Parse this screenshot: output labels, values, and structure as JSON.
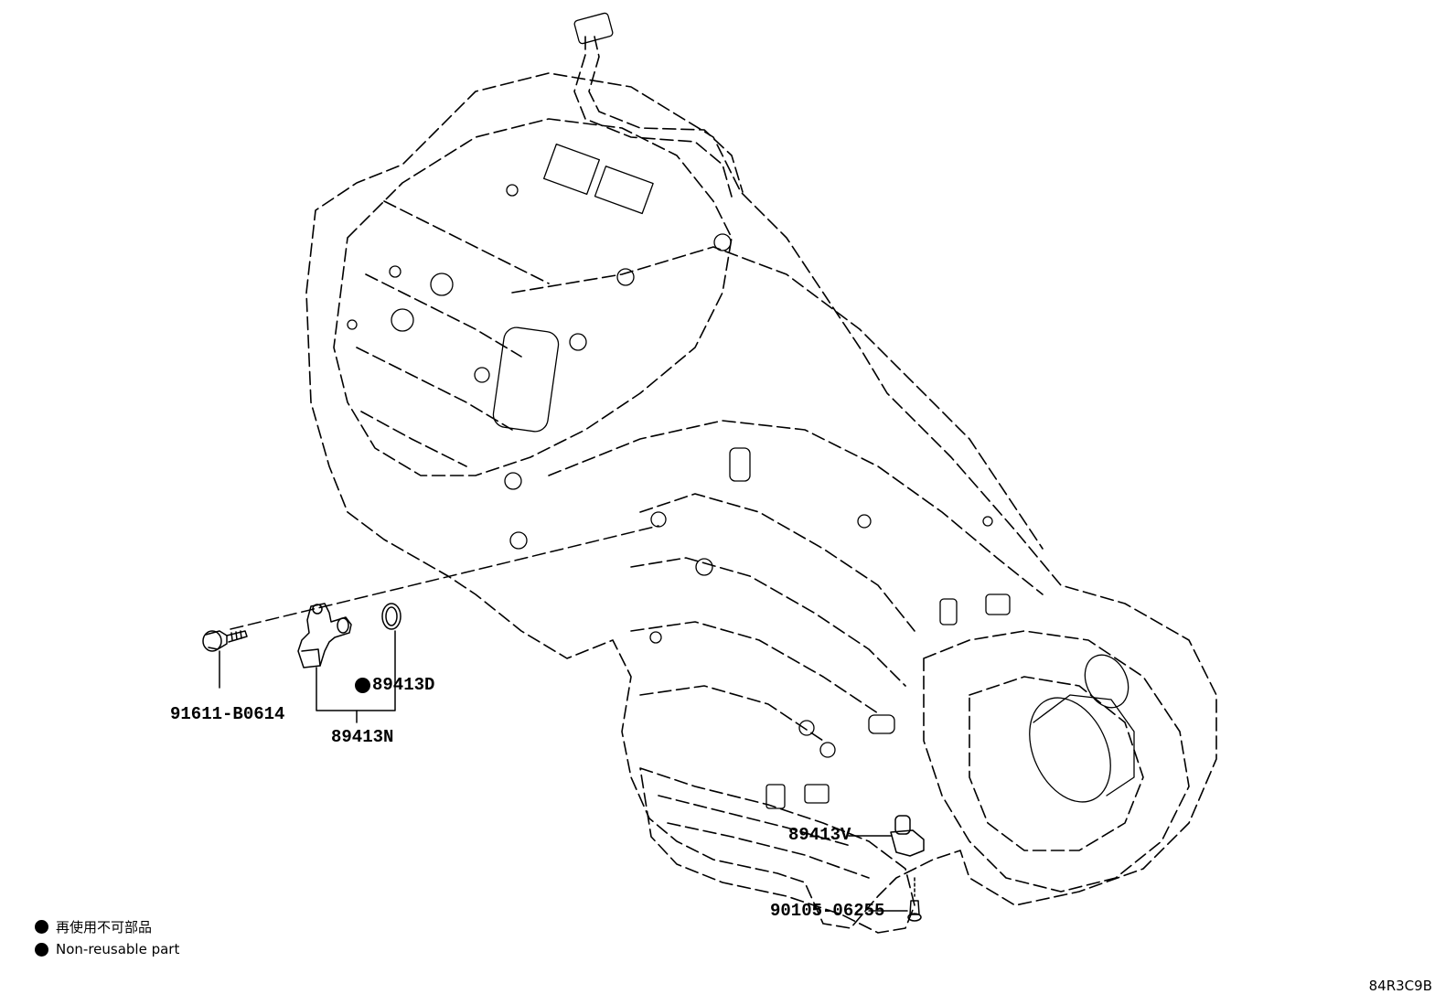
{
  "parts": {
    "bolt": "91611-B0614",
    "sensor_assy": "89413N",
    "sensor_component": "89413D",
    "sensor_lower": "89413V",
    "bolt_lower": "90105-06255"
  },
  "legend": {
    "jp": "再使用不可部品",
    "en": "Non-reusable part"
  },
  "figure_code": "84R3C9B",
  "icons": {
    "non_reusable_marker": "filled-circle-icon"
  }
}
